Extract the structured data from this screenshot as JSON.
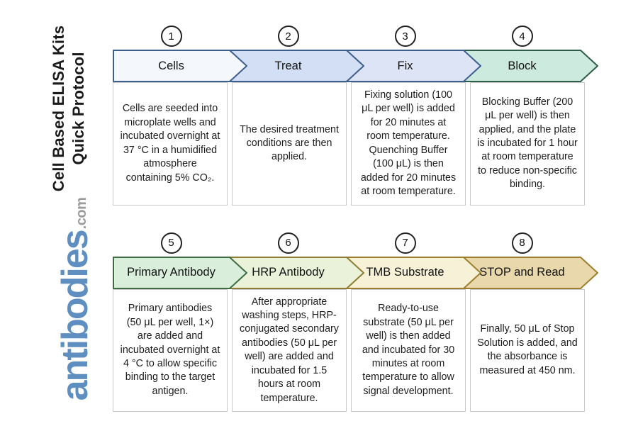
{
  "sidebar": {
    "title_line1": "Cell Based ELISA Kits",
    "title_line2": "Quick Protocol",
    "logo": "antibodies",
    "logo_suffix": ".com"
  },
  "colors": {
    "logo_blue": "#5e8fc0",
    "logo_suffix_gray": "#9b9b9b",
    "circle_border": "#222222",
    "box_border": "#c9c9c9",
    "text": "#1c1c1c"
  },
  "steps": [
    {
      "number": "1",
      "label": "Cells",
      "description": "Cells are seeded into microplate wells and incubated overnight at 37 °C in a humidified atmosphere containing 5% CO₂.",
      "fill": "#f4f8fc",
      "border": "#3d5f8e"
    },
    {
      "number": "2",
      "label": "Treat",
      "description": "The desired treatment conditions are then applied.",
      "fill": "#d3dff4",
      "border": "#3d5f8e"
    },
    {
      "number": "3",
      "label": "Fix",
      "description": "Fixing solution (100 μL per well) is added for 20 minutes at room temperature. Quenching Buffer (100 μL) is then added for 20 minutes at room temperature.",
      "fill": "#dde4f6",
      "border": "#3d5f8e"
    },
    {
      "number": "4",
      "label": "Block",
      "description": "Blocking Buffer (200 μL per well) is then applied, and the plate is incubated for 1 hour at room temperature to reduce non-specific binding.",
      "fill": "#cdeade",
      "border": "#2f5d4a"
    },
    {
      "number": "5",
      "label": "Primary Antibody",
      "description": "Primary antibodies (50 μL per well, 1×) are added and incubated overnight at 4 °C to allow specific binding to the target antigen.",
      "fill": "#d9efdc",
      "border": "#3e6b42"
    },
    {
      "number": "6",
      "label": "HRP Antibody",
      "description": "After appropriate washing steps, HRP-conjugated secondary antibodies (50 μL per well) are added and incubated for 1.5 hours at room temperature.",
      "fill": "#eaf2da",
      "border": "#8f7c33"
    },
    {
      "number": "7",
      "label": "TMB Substrate",
      "description": "Ready-to-use substrate (50 μL per well) is then added and incubated for 30 minutes at room temperature to allow signal development.",
      "fill": "#f7f2d7",
      "border": "#9d7e2f"
    },
    {
      "number": "8",
      "label": "STOP and Read",
      "description": "Finally, 50 μL of Stop Solution is added, and the absorbance is measured at 450 nm.",
      "fill": "#e9d8ab",
      "border": "#9d7e2f"
    }
  ]
}
